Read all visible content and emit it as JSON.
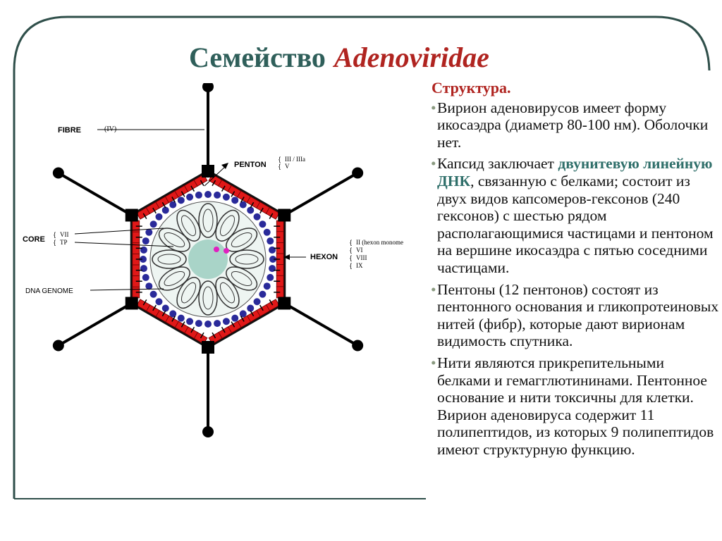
{
  "title": {
    "prefix": "Семейство",
    "latin": "Adenoviridae"
  },
  "colors": {
    "title": "#2f5f5a",
    "accent_red": "#b02420",
    "frame": "#2f4f4a",
    "hexon": "#e01818",
    "core_protein": "#2a2a9a",
    "highlight": "#2f6f6a"
  },
  "diagram": {
    "labels": {
      "fibre": "FIBRE",
      "fibre_protein": "(IV)",
      "penton": "PENTON",
      "penton_proteins": [
        "III / IIIa",
        "V"
      ],
      "core": "CORE",
      "core_proteins": [
        "VII",
        "TP"
      ],
      "hexon": "HEXON",
      "hexon_proteins": [
        "II (hexon monome",
        "VI",
        "VIII",
        "IX"
      ],
      "dna_genome": "DNA GENOME"
    }
  },
  "text": {
    "heading": "Структура.",
    "bullets": [
      {
        "text": "Вирион аденовирусов имеет форму икосаэдра (диаметр 80-100 нм). Оболочки нет."
      },
      {
        "before": "Капсид заключает ",
        "highlight": "двунитевую линейную ДНК",
        "after": ", связанную с белками; состоит из двух видов капсомеров-гексонов (240 гексонов) с шестью рядом располагающимися частицами и пентоном на вершине икосаэдра с пятью соседними частицами."
      },
      {
        "text": "Пентоны (12 пентонов) состоят из пентонного основания и гликопротеиновых нитей (фибр), которые дают вирионам видимость спутника."
      },
      {
        "text": "Нити являются прикрепительными белками и гемагглютининами. Пентонное основание и нити токсичны для клетки. Вирион аденовируса содержит 11 полипептидов, из которых 9 полипептидов имеют структурную функцию."
      }
    ]
  }
}
